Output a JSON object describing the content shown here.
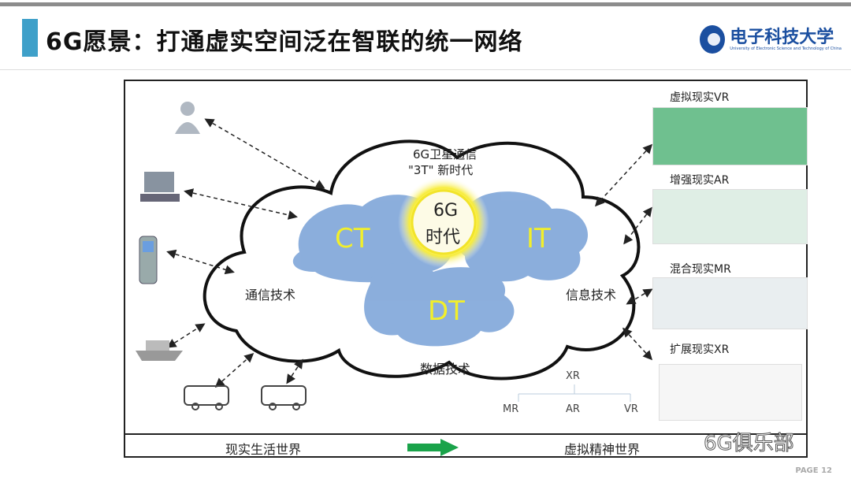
{
  "header": {
    "title": "6G愿景：打通虚实空间泛在智联的统一网络",
    "logo_cn": "电子科技大学",
    "logo_en": "University of Electronic Science and Technology of China"
  },
  "cloud": {
    "top_line1": "6G卫星通信",
    "top_line2": "\"3T\" 新时代",
    "left": "通信技术",
    "right": "信息技术",
    "bottom": "数据技术",
    "ct": "CT",
    "it": "IT",
    "dt": "DT",
    "center_line1": "6G",
    "center_line2": "时代"
  },
  "right_items": [
    {
      "label": "虚拟现实VR"
    },
    {
      "label": "增强现实AR"
    },
    {
      "label": "混合现实MR"
    },
    {
      "label": "扩展现实XR"
    }
  ],
  "xr_tree": {
    "root": "XR",
    "children": [
      "MR",
      "AR",
      "VR"
    ]
  },
  "bottom": {
    "left": "现实生活世界",
    "right": "虚拟精神世界"
  },
  "watermark": "6G俱乐部",
  "page": "PAGE 12",
  "colors": {
    "accent": "#3fa0c9",
    "blob": "#7fa6d9",
    "ctext": "#f2ef2a",
    "arrow": "#1aa34a"
  }
}
